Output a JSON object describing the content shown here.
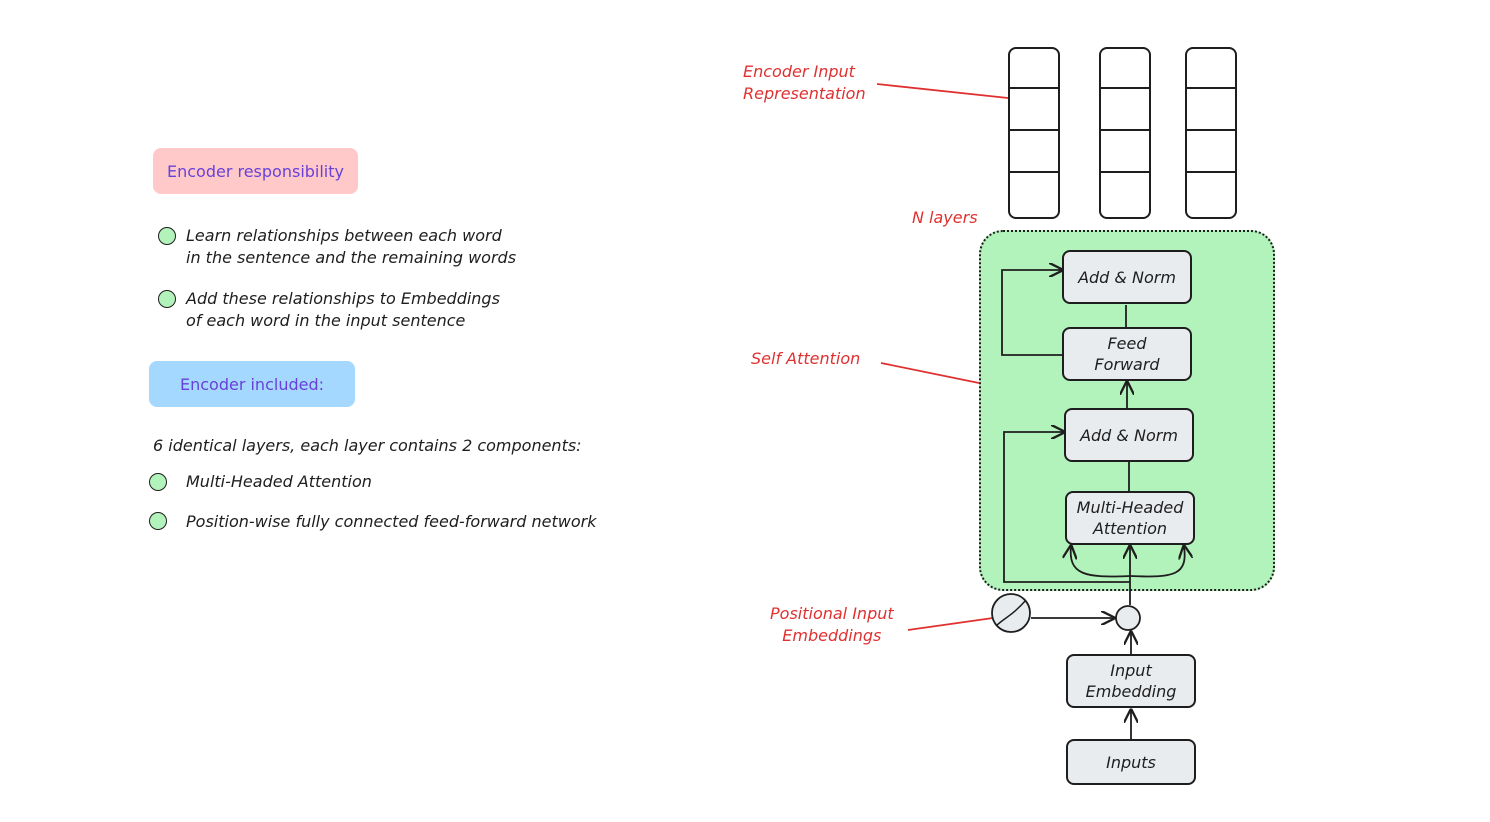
{
  "left_panel": {
    "responsibility_title": "Encoder responsibility",
    "responsibility_items": [
      {
        "line1": "Learn relationships between each word",
        "line2": "in the sentence and the remaining words"
      },
      {
        "line1": "Add these relationships to Embeddings",
        "line2": "of each word in the input sentence"
      }
    ],
    "included_title": "Encoder included:",
    "layers_text": "6 identical layers, each layer contains 2 components:",
    "components": [
      "Multi-Headed Attention",
      "Position-wise fully connected feed-forward network"
    ]
  },
  "diagram": {
    "labels": {
      "encoder_input_rep": {
        "line1": "Encoder Input",
        "line2": "Representation"
      },
      "n_layers": "N layers",
      "self_attention": "Self Attention",
      "positional_input": {
        "line1": "Positional Input",
        "line2": "Embeddings"
      }
    },
    "blocks": {
      "add_norm_top": "Add & Norm",
      "feed_forward": {
        "line1": "Feed",
        "line2": "Forward"
      },
      "add_norm_bottom": "Add & Norm",
      "multi_head": {
        "line1": "Multi-Headed",
        "line2": "Attention"
      },
      "input_embedding": {
        "line1": "Input",
        "line2": "Embedding"
      },
      "inputs": "Inputs"
    }
  },
  "colors": {
    "responsibility_bg": "#ffc9c9",
    "included_bg": "#a5d8ff",
    "title_text": "#6741d9",
    "bullet_fill": "#b2f2bb",
    "encoder_fill": "#b2f2bb",
    "label_red": "#e03131",
    "block_fill": "#e9ecef"
  }
}
